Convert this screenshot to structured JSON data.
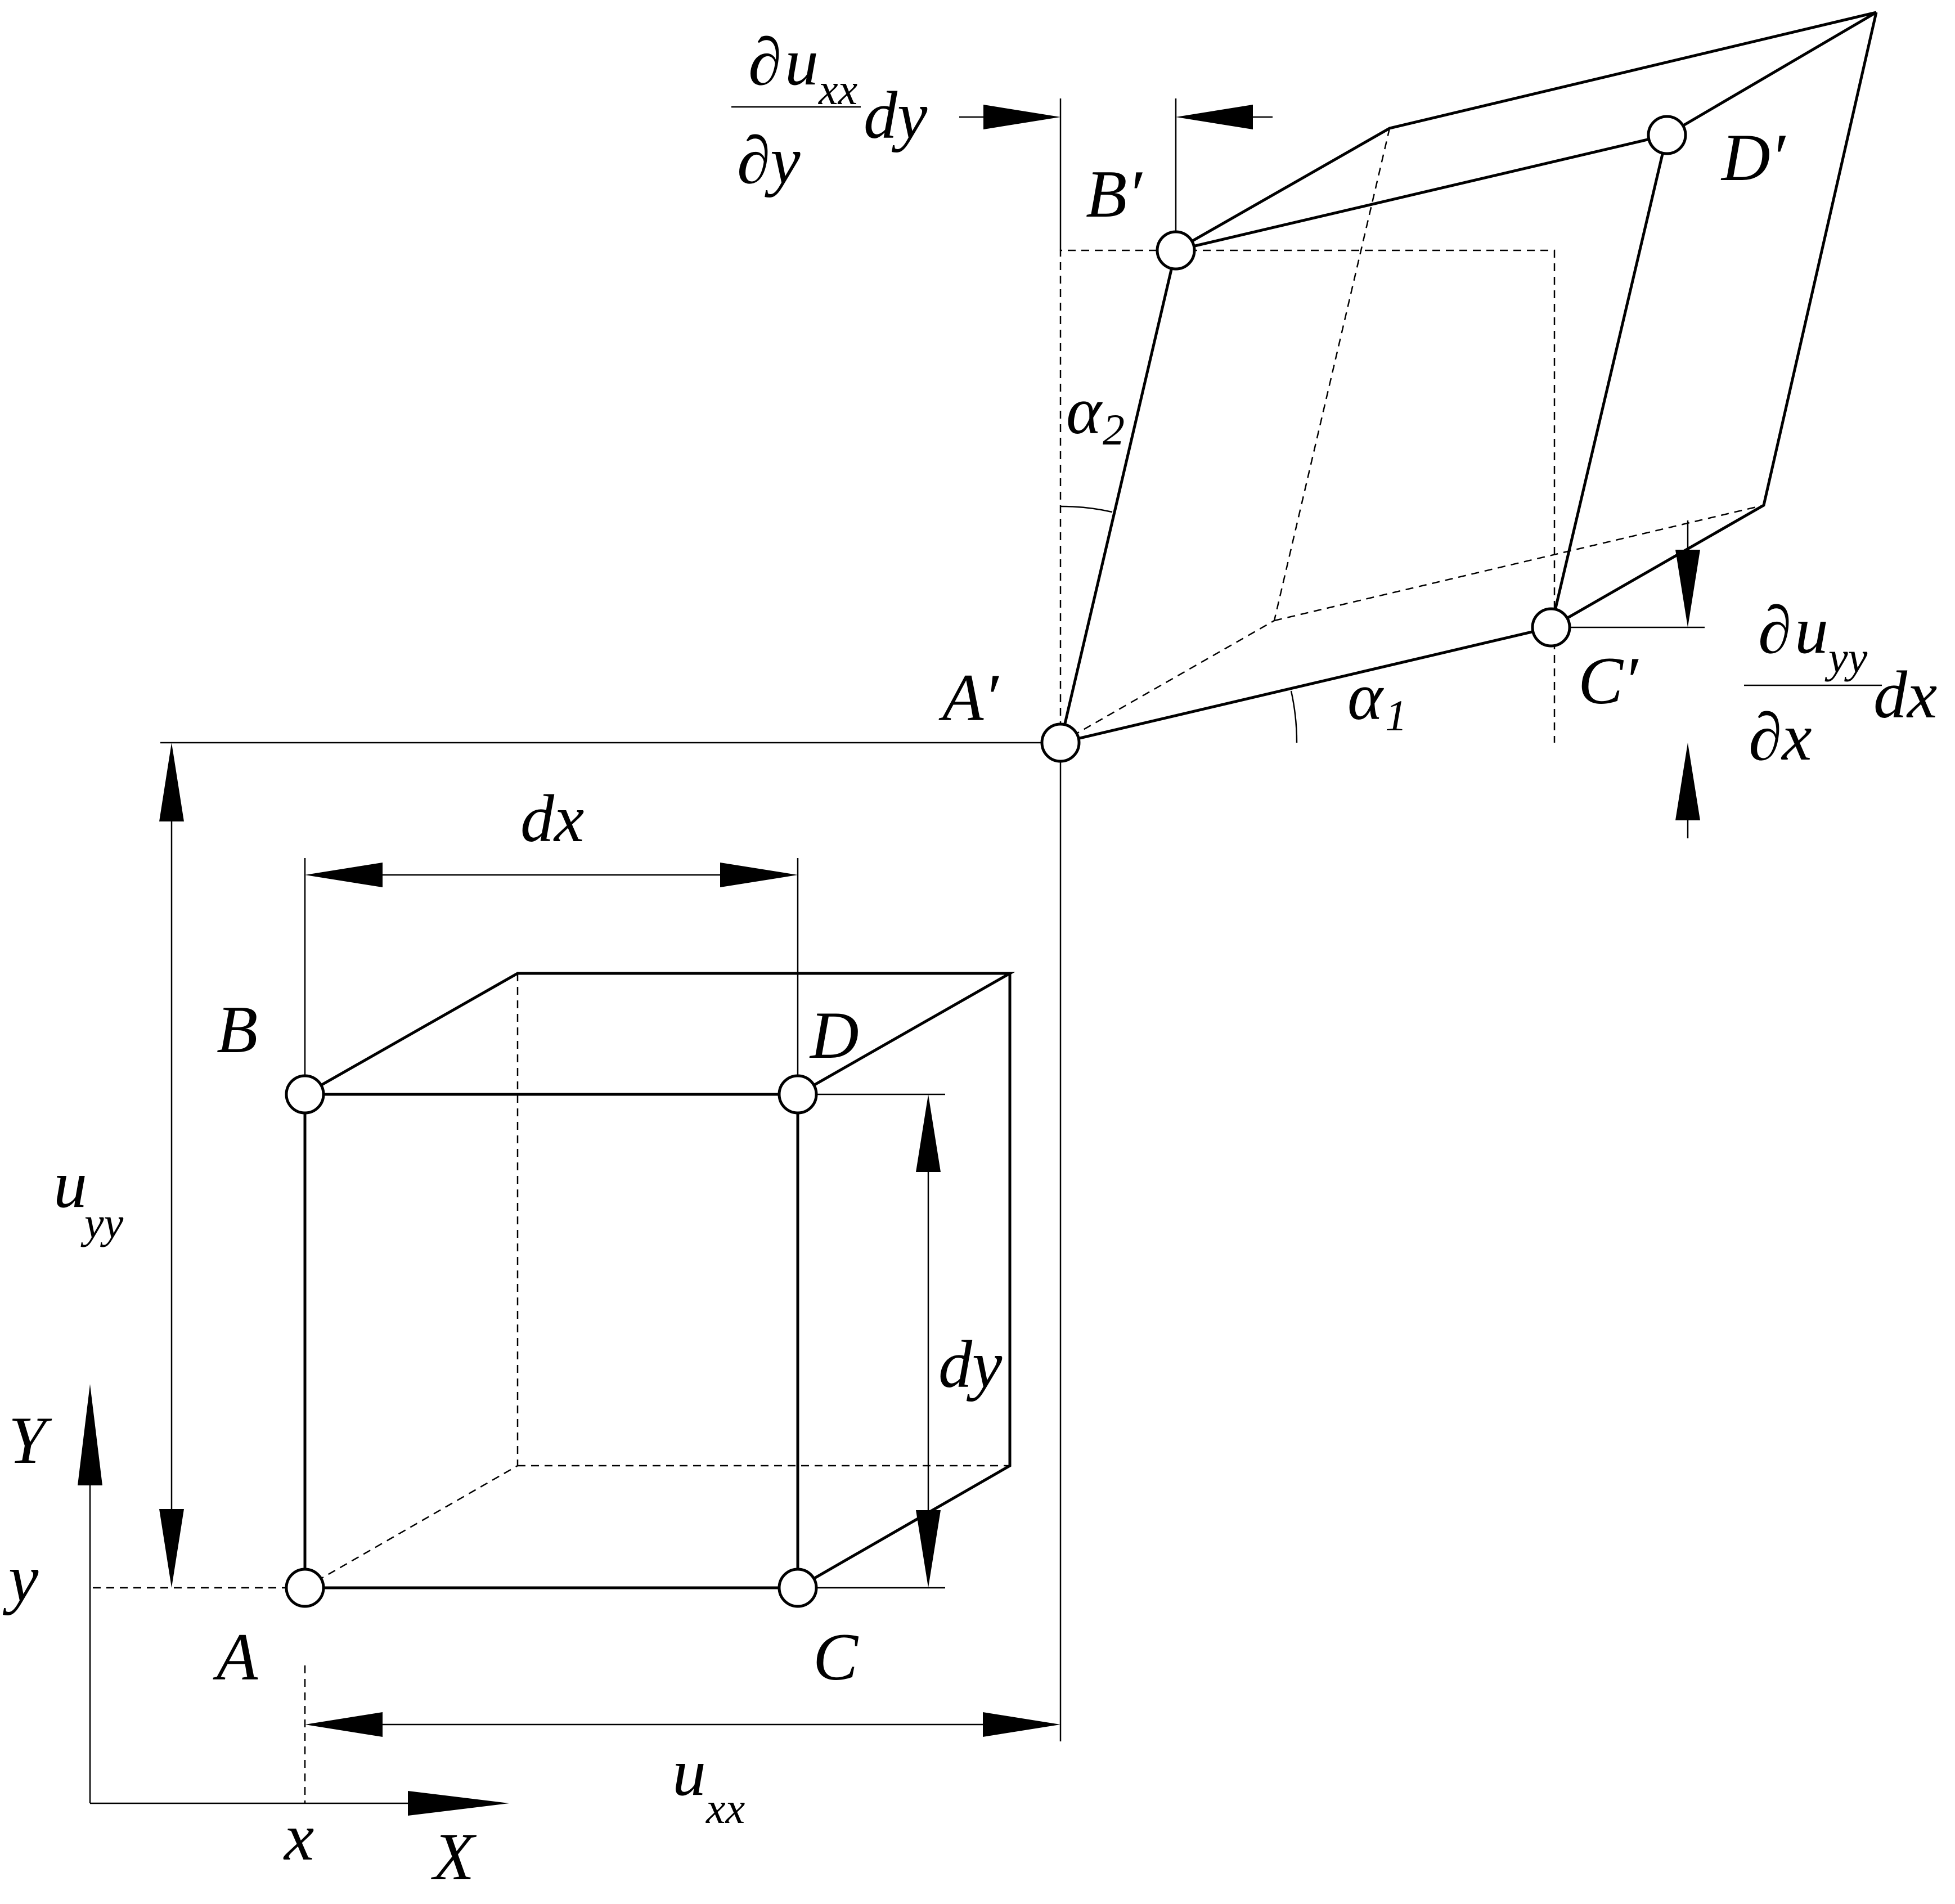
{
  "labels": {
    "point_a": "A",
    "point_b": "B",
    "point_c": "C",
    "point_d": "D",
    "point_a_prime": "A′",
    "point_b_prime": "B′",
    "point_c_prime": "C′",
    "point_d_prime": "D′",
    "dim_dx": "dx",
    "dim_dy": "dy",
    "disp_u": "u",
    "disp_uxx_sub": "xx",
    "disp_uyy_sub": "yy",
    "axis_x": "X",
    "axis_y": "Y",
    "coord_x": "x",
    "coord_y": "y",
    "angle_1": "α",
    "angle_1_sub": "1",
    "angle_2": "α",
    "angle_2_sub": "2",
    "partial": "∂",
    "grad_top_num_sub": "xx",
    "grad_top_den": "∂y",
    "grad_top_tail": "dy",
    "grad_right_num_sub": "yy",
    "grad_right_den": "∂x",
    "grad_right_tail": "dx"
  }
}
